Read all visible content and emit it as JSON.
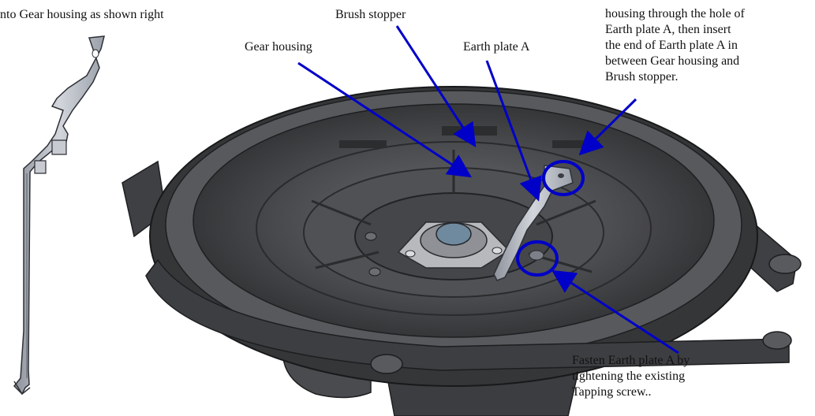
{
  "labels": {
    "intro_line": "nto Gear housing as shown right",
    "brush_stopper": "Brush stopper",
    "gear_housing": "Gear housing",
    "earth_plate_a": "Earth plate A"
  },
  "notes": {
    "insert_note": "housing through the hole of\nEarth plate A, then insert\nthe end of Earth plate A in\nbetween Gear housing and\nBrush stopper.",
    "fasten_note": "Fasten Earth plate A by\ntightening the existing\nTapping screw.."
  },
  "colors": {
    "arrow": "#0000c8",
    "housing_dark": "#3a3a3c",
    "housing_mid": "#56575a",
    "housing_light": "#8a8b8f",
    "plate": "#b9bcc3",
    "plate_edge": "#3b3d44"
  }
}
